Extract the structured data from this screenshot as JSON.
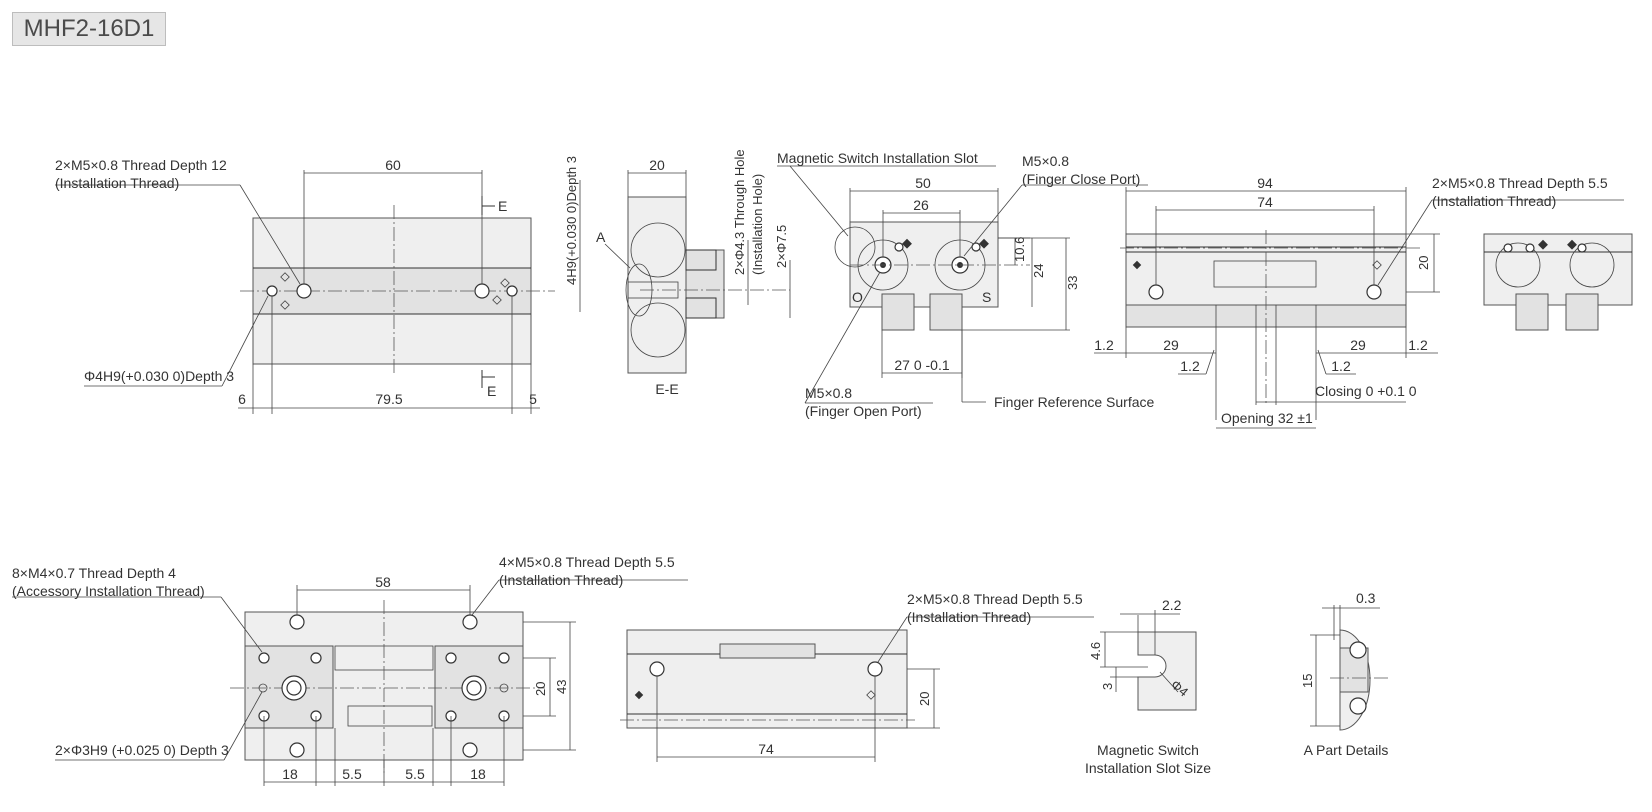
{
  "title": "MHF2-16D1",
  "labels": {
    "tl_thread": "2×M5×0.8 Thread Depth 12",
    "tl_thread_sub": "(Installation Thread)",
    "tl_pin": "Φ4H9(+0.030 0)Depth 3",
    "dim_60": "60",
    "dim_6": "6",
    "dim_79_5": "79.5",
    "dim_5": "5",
    "sec_e_top": "E",
    "sec_e_bot": "E",
    "pin_depth": "4H9(+0.030 0)Depth 3",
    "dim_20_side": "20",
    "label_a": "A",
    "section_ee": "E-E",
    "through_hole": "2×Φ4.3 Through Hole",
    "through_hole_sub": "(Installation Hole)",
    "phi_7_5": "2×Φ7.5",
    "mag_slot": "Magnetic Switch Installation Slot",
    "m5_close": "M5×0.8",
    "m5_close_sub": "(Finger Close Port)",
    "dim_50": "50",
    "dim_26": "26",
    "dim_10_6": "10.6",
    "dim_24": "24",
    "dim_33": "33",
    "mark_o": "O",
    "mark_s": "S",
    "dim_27": "27 0 -0.1",
    "m5_open": "M5×0.8",
    "m5_open_sub": "(Finger Open Port)",
    "finger_ref": "Finger Reference Surface",
    "dim_94": "94",
    "dim_74_top": "74",
    "tr_thread": "2×M5×0.8 Thread Depth 5.5",
    "tr_thread_sub": "(Installation Thread)",
    "dim_20_right": "20",
    "dim_1_2_a": "1.2",
    "dim_29_a": "29",
    "dim_29_b": "29",
    "dim_1_2_b": "1.2",
    "dim_1_2_c": "1.2",
    "dim_1_2_d": "1.2",
    "closing": "Closing 0 +0.1 0",
    "opening": "Opening 32 ±1",
    "bl_m4": "8×M4×0.7 Thread Depth 4",
    "bl_m4_sub": "(Accessory Installation Thread)",
    "bl_m5": "4×M5×0.8 Thread Depth 5.5",
    "bl_m5_sub": "(Installation Thread)",
    "dim_58": "58",
    "dim_20_bl": "20",
    "dim_43": "43",
    "bl_pin": "2×Φ3H9 (+0.025 0) Depth 3",
    "dim_18_a": "18",
    "dim_5_5_a": "5.5",
    "dim_5_5_b": "5.5",
    "dim_18_b": "18",
    "bm_thread": "2×M5×0.8 Thread Depth 5.5",
    "bm_thread_sub": "(Installation Thread)",
    "dim_20_bm": "20",
    "dim_74_bot": "74",
    "dim_2_2": "2.2",
    "dim_4_6": "4.6",
    "dim_3": "3",
    "dim_phi4": "Φ4",
    "slot_caption_1": "Magnetic Switch",
    "slot_caption_2": "Installation Slot Size",
    "dim_0_3": "0.3",
    "dim_15": "15",
    "apart_caption": "A Part Details"
  }
}
